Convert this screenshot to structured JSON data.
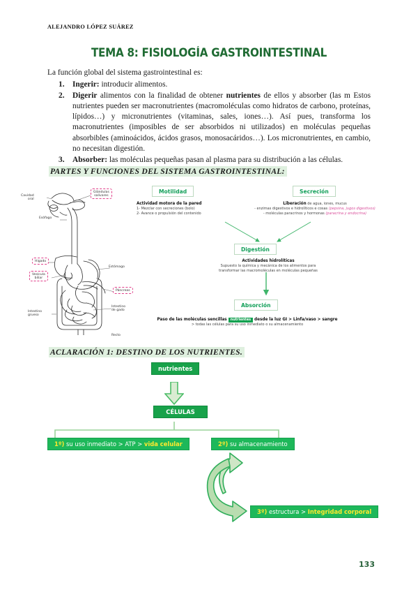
{
  "header": {
    "author": "ALEJANDRO LÓPEZ SUÁREZ"
  },
  "title": "TEMA 8: FISIOLOGÍA GASTROINTESTINAL",
  "intro": {
    "lead": "La función global del sistema gastrointestinal es:",
    "items": [
      {
        "term": "Ingerir:",
        "text": " introducir alimentos."
      },
      {
        "term": "Digerir",
        "text": " alimentos con la finalidad de obtener ",
        "term2": "nutrientes",
        "text2": " de ellos y absorber (las m Estos nutrientes pueden ser macronutrientes (macromoléculas como hidratos de carbono, proteínas, lípidos…) y micronutrientes (vitaminas, sales, iones…). Así pues, transforma los macronutrientes (imposibles de ser absorbidos ni utilizados) en moléculas pequeñas absorbibles (aminoácidos, ácidos grasos, monosacáridos…). Los micronutrientes, en cambio, no necesitan digestión."
      },
      {
        "term": "Absorber:",
        "text": " las moléculas pequeñas pasan al plasma para su distribución a las células."
      }
    ]
  },
  "sections": {
    "partes": "PARTES Y FUNCIONES DEL SISTEMA GASTROINTESTINAL:",
    "aclaracion": "ACLARACIÓN 1: DESTINO DE LOS NUTRIENTES."
  },
  "anatomy": {
    "labels": {
      "cavidad_oral": "Cavidad\noral",
      "glandulas_salivares": "Glándulas\nsalivares",
      "esofago": "Esófago",
      "higado": "Hígado",
      "vesicula_biliar": "Vesícula\nbiliar",
      "estomago": "Estómago",
      "pancreas": "Páncreas",
      "intestino_delgado": "Intestino\nde gado",
      "intestino_grueso": "Intestino\ngrueso",
      "recto": "Recto"
    }
  },
  "diagram": {
    "motilidad": {
      "title": "Motilidad",
      "head": "Actividad motora de  la pared",
      "line1": "1- Mezclar con secreciones (bolo)",
      "line2": "2- Avance o propulsión del contenido"
    },
    "secrecion": {
      "title": "Secreción",
      "head": "Liberación",
      "head_rest": " de agua, iones, mucus",
      "line1": "- enzimas digestivos e hidrolíticos e cosas",
      "line1_em": "(pepsina, jugos digestivos)",
      "line2": "- moléculas paracrinos y hormonas ",
      "line2_em": "(paracrina y endocrina)"
    },
    "digestion": {
      "title": "Digestión",
      "head": "Actividades hidrolíticas",
      "line1": "Supuesto la química y mecánica de los alimentos para",
      "line2": "transformar las macromoléculas en moléculas pequeñas"
    },
    "absorcion": {
      "title": "Absorción",
      "line1_a": "Paso de las moléculas sencillas ",
      "line1_chip": "nutrientes",
      "line1_b": " desde la luz GI > Linfa/vaso > sangre",
      "line2": "> todas las células para su uso inmediato o su almacenamiento"
    }
  },
  "flow": {
    "nutrientes": "nutrientes",
    "celulas": "CÉLULAS",
    "branch1": {
      "num": "1º)",
      "text": " su uso inmediato  >  ATP > ",
      "highlight": "vida celular"
    },
    "branch2": {
      "num": "2º)",
      "text": " su almacenamiento"
    },
    "branch3": {
      "num": "3º)",
      "text": " estructura > ",
      "highlight": "Integridad corporal"
    }
  },
  "page_number": "133",
  "colors": {
    "title_green": "#1f6b33",
    "chip_green": "#12a150",
    "box_green": "#18a24a",
    "highlight_yellow": "#ffe92e",
    "heading_highlight": "#dff0df",
    "pink_dash": "#e0408a"
  }
}
